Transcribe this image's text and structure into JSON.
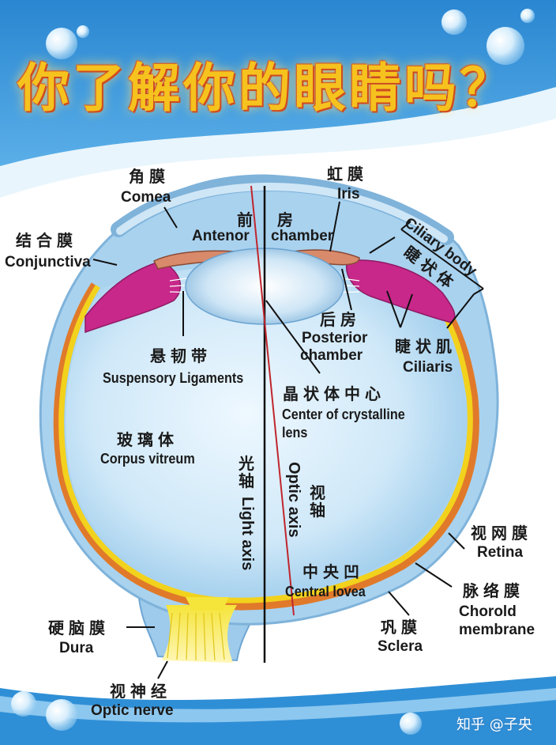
{
  "title": "你了解你的眼睛吗？",
  "labels": {
    "cornea_zh": "角膜",
    "cornea_en": "Comea",
    "iris_zh": "虹膜",
    "iris_en": "Iris",
    "anterior_zh_1": "前",
    "anterior_zh_2": "房",
    "anterior_en_1": "Antenor",
    "anterior_en_2": "chamber",
    "conjunctiva_zh": "结合膜",
    "conjunctiva_en": "Conjunctiva",
    "ciliary_body_en": "Ciliary body",
    "ciliary_body_zh": "睫状体",
    "posterior_zh": "后房",
    "posterior_en_1": "Posterior",
    "posterior_en_2": "chamber",
    "suspensory_zh": "悬韧带",
    "suspensory_en": "Suspensory Ligaments",
    "ciliaris_zh": "睫状肌",
    "ciliaris_en": "Ciliaris",
    "lens_center_zh": "晶状体中心",
    "lens_center_en_1": "Center of crystalline",
    "lens_center_en_2": "lens",
    "vitreous_zh": "玻璃体",
    "vitreous_en": "Corpus vitreum",
    "light_axis_zh": "光轴",
    "light_axis_en": "Light axis",
    "optic_axis_en": "Optic axis",
    "optic_axis_zh": "视轴",
    "retina_zh": "视网膜",
    "retina_en": "Retina",
    "fovea_zh": "中央凹",
    "fovea_en": "Central lovea",
    "choroid_zh": "脉络膜",
    "choroid_en_1": "Chorold",
    "choroid_en_2": "membrane",
    "sclera_zh": "巩膜",
    "sclera_en": "Sclera",
    "dura_zh": "硬脑膜",
    "dura_en": "Dura",
    "optic_nerve_zh": "视神经",
    "optic_nerve_en": "Optic nerve"
  },
  "watermark": "知乎 @子央",
  "colors": {
    "banner_blue": "#2f8fd6",
    "eyeball": "#bfe0f5",
    "retina_yellow": "#f2d21c",
    "choroid_orange": "#e07a2a",
    "ciliary_magenta": "#c8288a",
    "title_gold": "#f6c21e"
  }
}
